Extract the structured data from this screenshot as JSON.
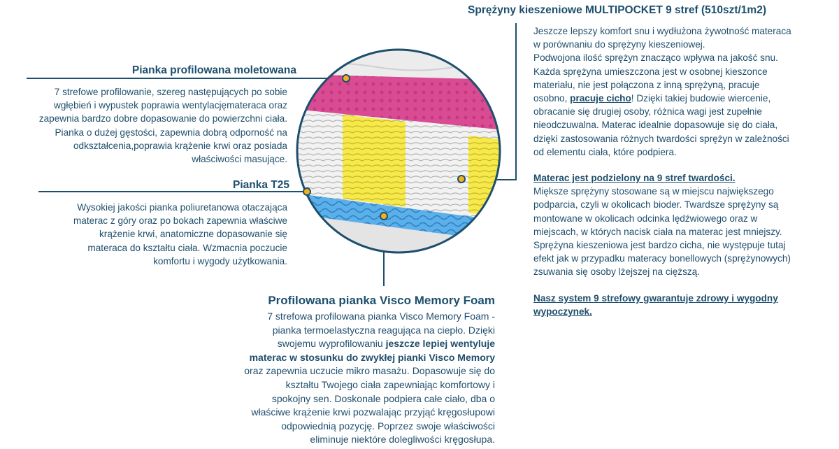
{
  "sections": {
    "moletowana": {
      "title": "Pianka profilowana moletowana",
      "lines": [
        "7 strefowe profilowanie, szereg następujących po sobie",
        "wgłębień i wypustek poprawia wentylacjęmateraca oraz",
        "zapewnia bardzo dobre dopasowanie do powierzchni ciała.",
        "Pianka o dużej gęstości, zapewnia dobrą odporność na",
        "odkształcenia,poprawia krążenie krwi oraz posiada",
        "właściwości masujące."
      ]
    },
    "t25": {
      "title": "Pianka T25",
      "lines": [
        "Wysokiej jakości pianka poliuretanowa otaczająca",
        "materac z góry oraz po bokach zapewnia właściwe",
        "krążenie krwi, anatomiczne dopasowanie się",
        "materaca do kształtu ciała. Wzmacnia poczucie",
        "komfortu i wygody użytkowania."
      ]
    },
    "visco": {
      "title": "Profilowana pianka Visco Memory Foam",
      "lines": [
        "7 strefowa profilowana pianka Visco Memory Foam -",
        "pianka termoelastyczna reagująca na ciepło. Dzięki",
        "swojemu wyprofilowaniu ",
        "jeszcze lepiej wentyluje",
        "materac w stosunku do zwykłej pianki Visco Memory",
        "oraz zapewnia uczucie mikro masażu. Dopasowuje się do",
        "kształtu Twojego ciała zapewniając komfortowy i",
        "spokojny sen. Doskonale podpiera całe ciało, dba o",
        "właściwe krążenie krwi pozwalając przyjąć kręgosłupowi",
        "odpowiednią pozycję. Poprzez swoje właściwości",
        "eliminuje niektóre dolegliwości kręgosłupa."
      ]
    },
    "sprezyny": {
      "title": "Sprężyny kieszeniowe MULTIPOCKET  9 stref (510szt/1m2)",
      "lines": [
        "Jeszcze lepszy komfort snu i wydłużona żywotność materaca",
        "w porównaniu do sprężyny kieszeniowej.",
        "Podwojona ilość sprężyn znacząco wpływa na jakość snu.",
        "Każda sprężyna umieszczona jest w osobnej kieszonce",
        "materiału, nie jest połączona z inną sprężyną, pracuje",
        "osobno, ",
        "pracuje cicho",
        "! Dzięki takiej budowie wiercenie,",
        "obracanie się drugiej osoby, różnica wagi jest zupełnie",
        "nieodczuwalna. Materac idealnie dopasowuje się do ciała,",
        "dzięki zastosowania różnych twardości sprężyn w zależności",
        "od elementu ciała, które podpiera."
      ]
    },
    "strefy": {
      "heading": "Materac jest podzielony na 9 stref twardości.",
      "lines": [
        "Miększe sprężyny stosowane są w miejscu największego",
        "podparcia, czyli w okolicach bioder. Twardsze sprężyny są",
        "montowane w okolicach odcinka lędźwiowego oraz w",
        "miejscach, w których nacisk ciała na materac jest mniejszy.",
        "Sprężyna kieszeniowa jest bardzo cicha, nie występuje tutaj",
        "efekt jak w przypadku materacy bonellowych (sprężynowych)",
        "zsuwania się osoby lżejszej na cięższą."
      ]
    },
    "system": {
      "lines": [
        "Nasz system 9 strefowy gwarantuje zdrowy i wygodny",
        "wypoczynek."
      ]
    }
  },
  "colors": {
    "navy": "#1d4f6d",
    "text": "#1f4e6b",
    "dot": "#f3b21c",
    "pink_foam": "#d8478e",
    "yellow_spring": "#f2e23a",
    "white_spring": "#e8e8e8",
    "blue_foam": "#4fa3e0"
  }
}
